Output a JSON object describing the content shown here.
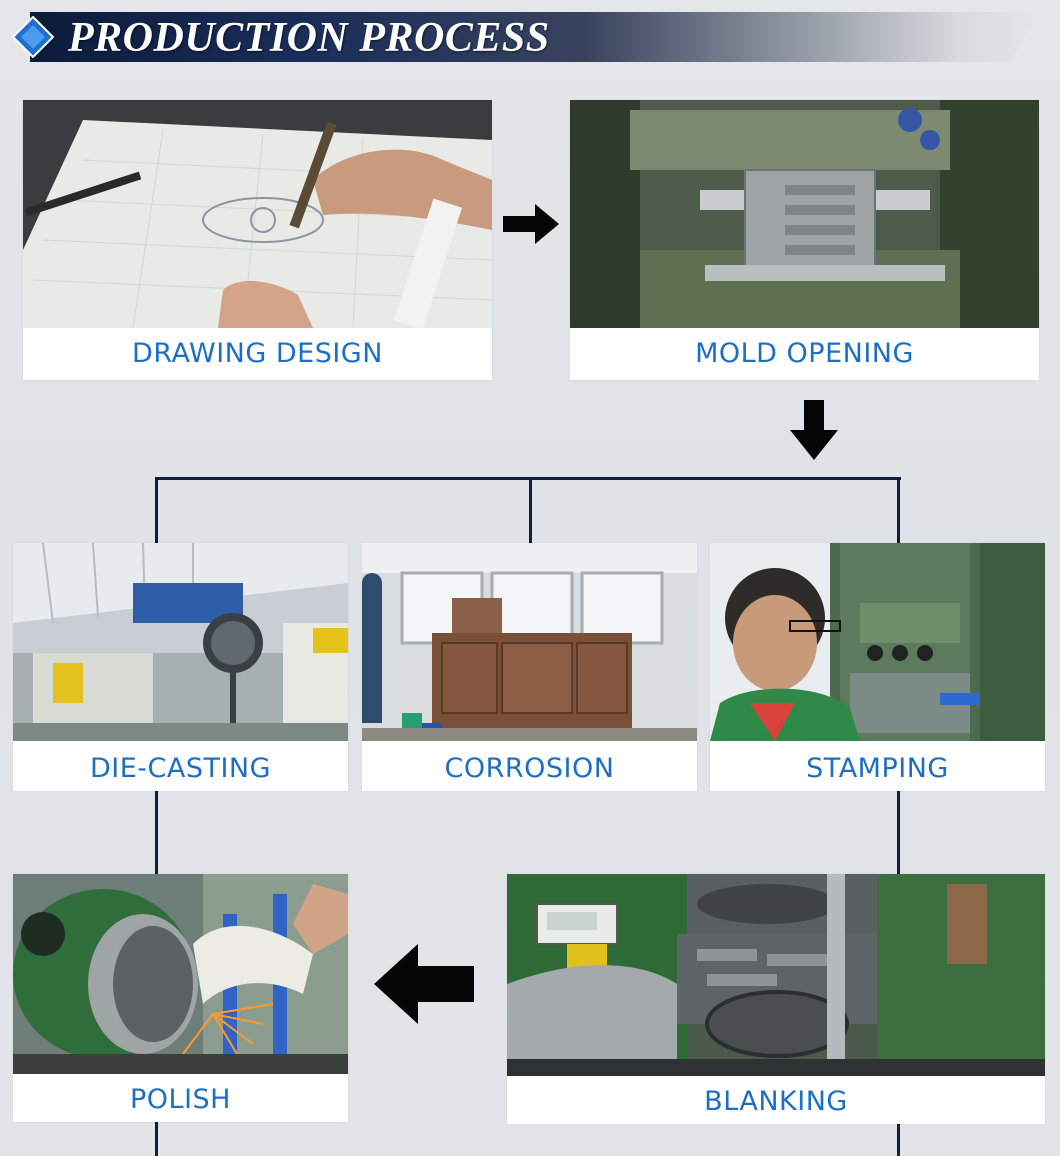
{
  "header": {
    "title": "PRODUCTION PROCESS"
  },
  "steps": {
    "drawing_design": "DRAWING DESIGN",
    "mold_opening": "MOLD OPENING",
    "die_casting": "DIE-CASTING",
    "corrosion": "CORROSION",
    "stamping": "STAMPING",
    "polish": "POLISH",
    "blanking": "BLANKING"
  },
  "colors": {
    "label_blue": "#1c6fc4",
    "banner_navy": "#0c1b3a",
    "connector": "#0f1e3c",
    "diamond_blue": "#1f6fd1"
  },
  "icons": [
    "arrow-right-icon",
    "arrow-down-icon",
    "arrow-left-icon",
    "diamond-icon"
  ]
}
